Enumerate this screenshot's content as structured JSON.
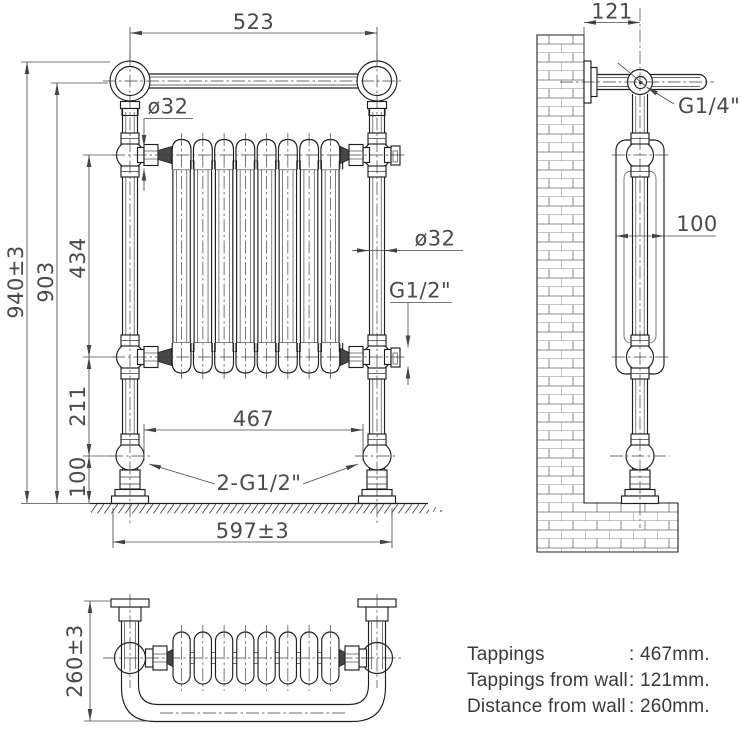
{
  "front": {
    "rail_width": "523",
    "pipe_dia_top": "ø32",
    "pipe_dia_right": "ø32",
    "valve_thread": "G1/2\"",
    "overall_height": "940±3",
    "post_height": "903",
    "tapping_span": "434",
    "tapping_to_foot": "211",
    "foot_height": "100",
    "bottom_tapping_spacing": "467",
    "bottom_tappings": "2-G1/2\"",
    "overall_width": "597±3"
  },
  "side": {
    "wall_to_post": "121",
    "air_vent_thread": "G1/4\"",
    "radiator_depth": "100"
  },
  "top": {
    "wall_distance": "260±3"
  },
  "notes": {
    "rows": [
      {
        "label": "Tappings",
        "value": ": 467mm."
      },
      {
        "label": "Tappings from wall",
        "value": ": 121mm."
      },
      {
        "label": "Distance from wall",
        "value": ": 260mm."
      }
    ]
  },
  "colors": {
    "line": "#1e1e1e",
    "background": "#ffffff"
  }
}
